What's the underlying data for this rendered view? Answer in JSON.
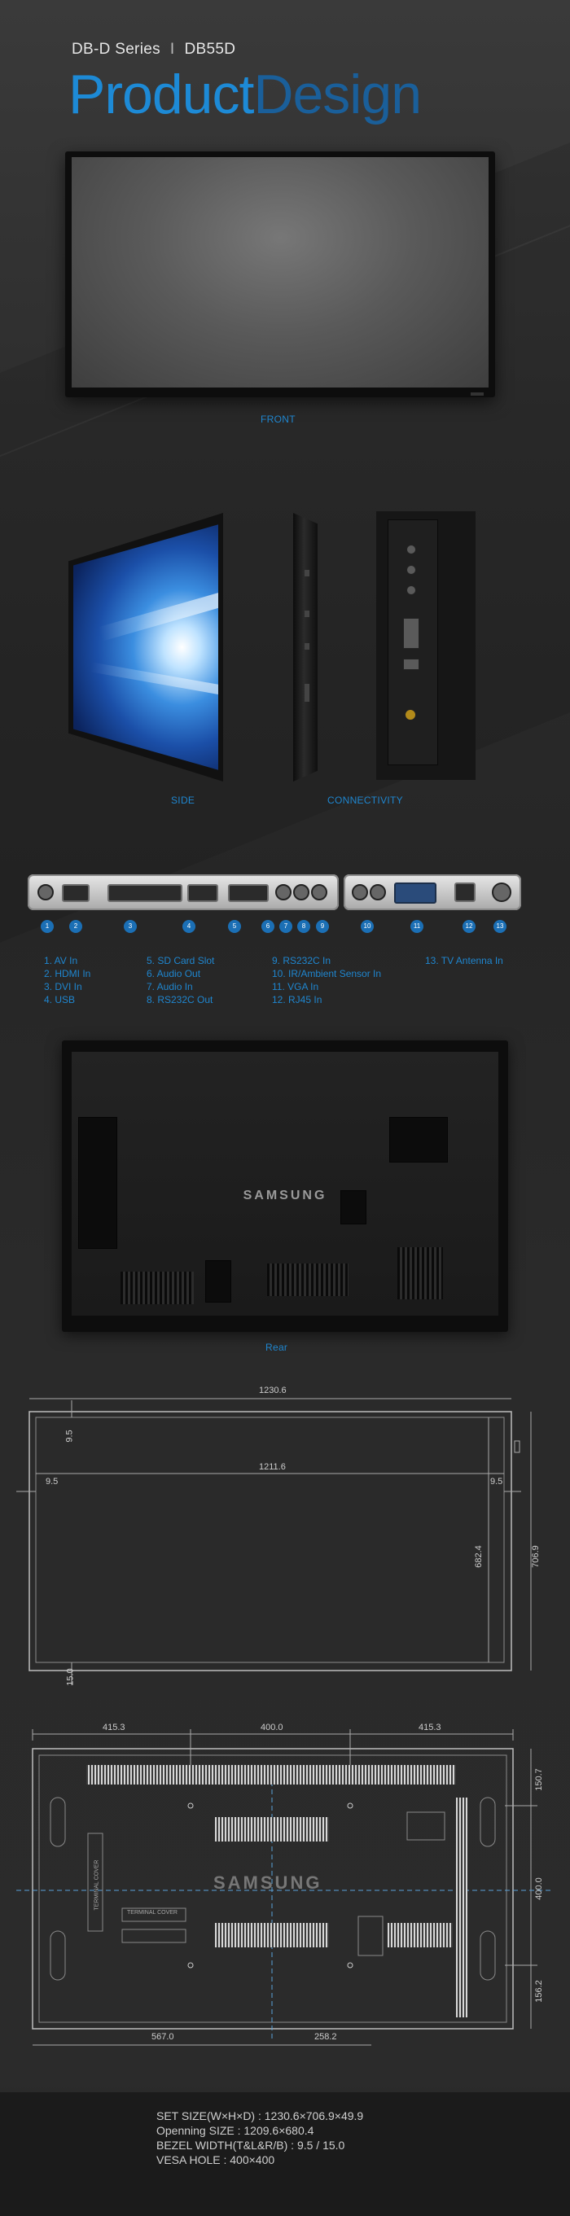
{
  "header": {
    "series": "DB-D Series",
    "separator": "I",
    "model": "DB55D",
    "title_part1": "Product ",
    "title_part2": "Design"
  },
  "captions": {
    "front": "FRONT",
    "side": "SIDE",
    "connectivity": "CONNECTIVITY",
    "rear": "Rear"
  },
  "ports": {
    "numbers": [
      "1",
      "2",
      "3",
      "4",
      "5",
      "6",
      "7",
      "8",
      "9",
      "10",
      "11",
      "12",
      "13"
    ],
    "legend_col1": [
      "1. AV In",
      "2. HDMI In",
      "3. DVI In",
      "4. USB"
    ],
    "legend_col2": [
      "5. SD  Card Slot",
      "6. Audio Out",
      "7. Audio In",
      "8. RS232C Out"
    ],
    "legend_col3": [
      "9.  RS232C In",
      "10. IR/Ambient Sensor In",
      "11. VGA In",
      "12. RJ45 In"
    ],
    "legend_col4": [
      "13. TV Antenna In"
    ]
  },
  "rear": {
    "brand": "SAMSUNG"
  },
  "front_dims": {
    "overall_width": "1230.6",
    "opening_width": "1211.6",
    "top_bezel": "9.5",
    "left_bezel": "9.5",
    "right_bezel": "9.5",
    "bottom_bezel": "15.0",
    "opening_height": "682.4",
    "overall_height": "706.9"
  },
  "rear_dims": {
    "left_offset": "415.3",
    "vesa_width": "400.0",
    "right_offset": "415.3",
    "top_offset": "150.7",
    "vesa_height": "400.0",
    "bottom_offset": "156.2",
    "bottom_left": "567.0",
    "bottom_right": "258.2",
    "label_terminal1": "TERMINAL COVER",
    "label_terminal2": "TERMINAL COVER",
    "brand": "SAMSUNG"
  },
  "specs": [
    "SET SIZE(W×H×D) : 1230.6×706.9×49.9",
    "Openning SIZE : 1209.6×680.4",
    "BEZEL WIDTH(T&L&R/B) : 9.5 / 15.0",
    "VESA HOLE : 400×400"
  ]
}
